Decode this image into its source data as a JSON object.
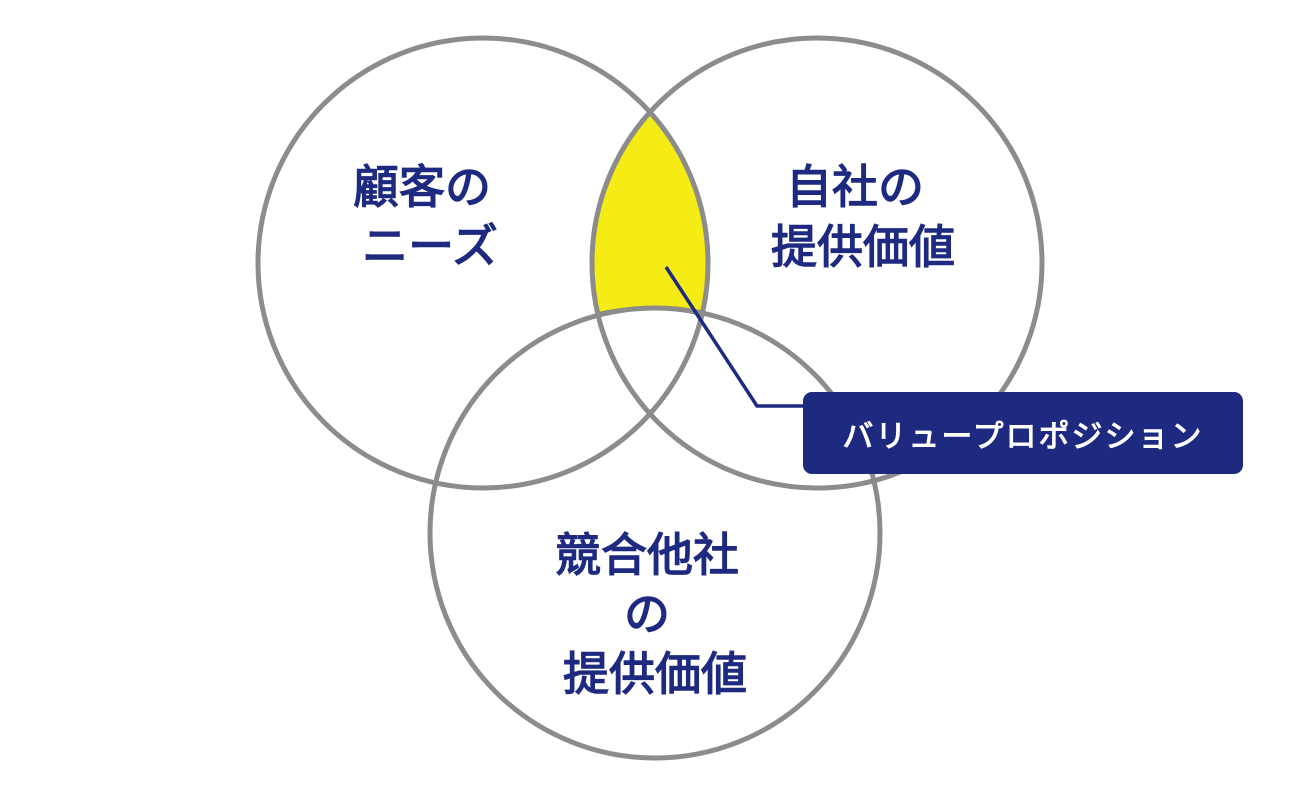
{
  "colors": {
    "circle_stroke": "#8c8c8c",
    "highlight_fill": "#f5ec16",
    "accent_navy": "#1e2a80",
    "label_outline": "#ffffff"
  },
  "circles": {
    "customer_needs": {
      "line1": "顧客の",
      "line2": "ニーズ"
    },
    "own_value": {
      "line1": "自社の",
      "line2": "提供価値"
    },
    "competitor_value": {
      "line1": "競合他社",
      "line2": "の",
      "line3": "提供価値"
    }
  },
  "callout": {
    "label": "バリュープロポジション"
  }
}
